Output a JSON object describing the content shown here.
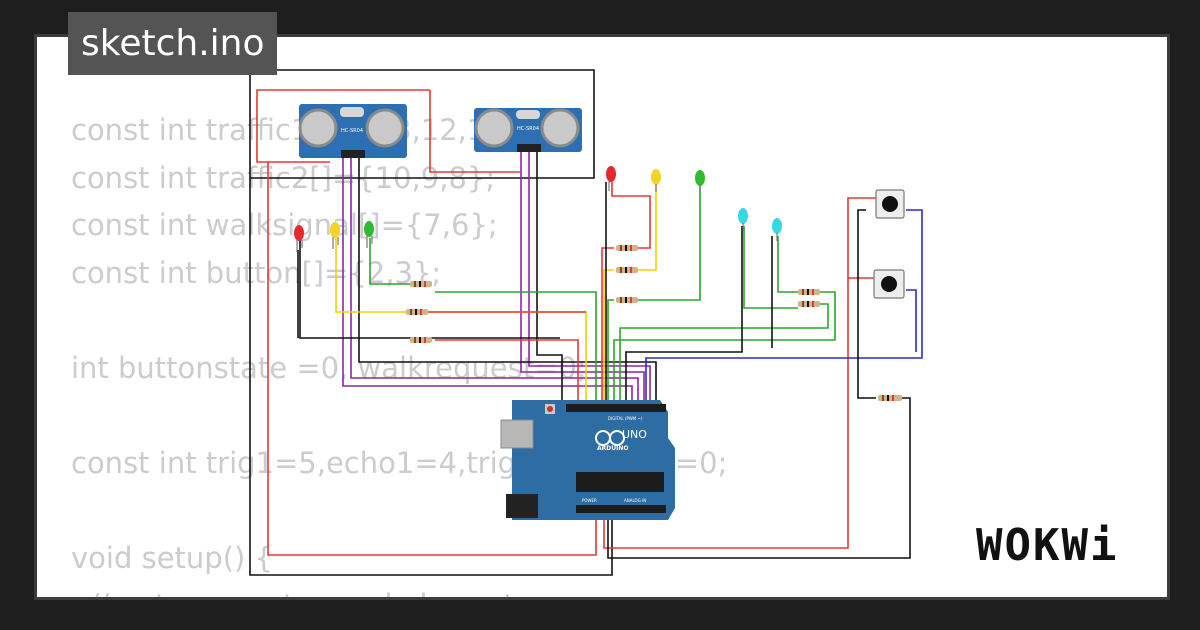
{
  "title": "sketch.ino",
  "code_lines": [
    "const int traffic1[]={13,12,11};",
    "const int traffic2[]={10,9,8};",
    "const int walksignal[]={7,6};",
    "const int button[]={2,3};",
    "",
    "int buttonstate =0, walkrequest=0;",
    "",
    "const int trig1=5,echo1=4,trig2=1,echo2=0;",
    "",
    "void setup() {",
    "  // put your setup code here, to run once:"
  ],
  "sensor_label": "HC-SR04",
  "board": {
    "name": "UNO",
    "brand": "ARDUINO",
    "digital_label": "DIGITAL (PWM ~)",
    "analog_label": "ANALOG IN",
    "power_label": "POWER"
  },
  "brand": "WOKWi",
  "colors": {
    "red": "#e8282a",
    "yellow": "#f3d326",
    "green": "#2ebb2e",
    "cyan": "#36d8e6",
    "wire_red": "#e53935",
    "wire_black": "#111111",
    "wire_yellow": "#f2d000",
    "wire_green": "#2aa62a",
    "wire_blue": "#2a2acb",
    "wire_purple": "#8e24aa",
    "board_blue": "#2e6da4"
  }
}
